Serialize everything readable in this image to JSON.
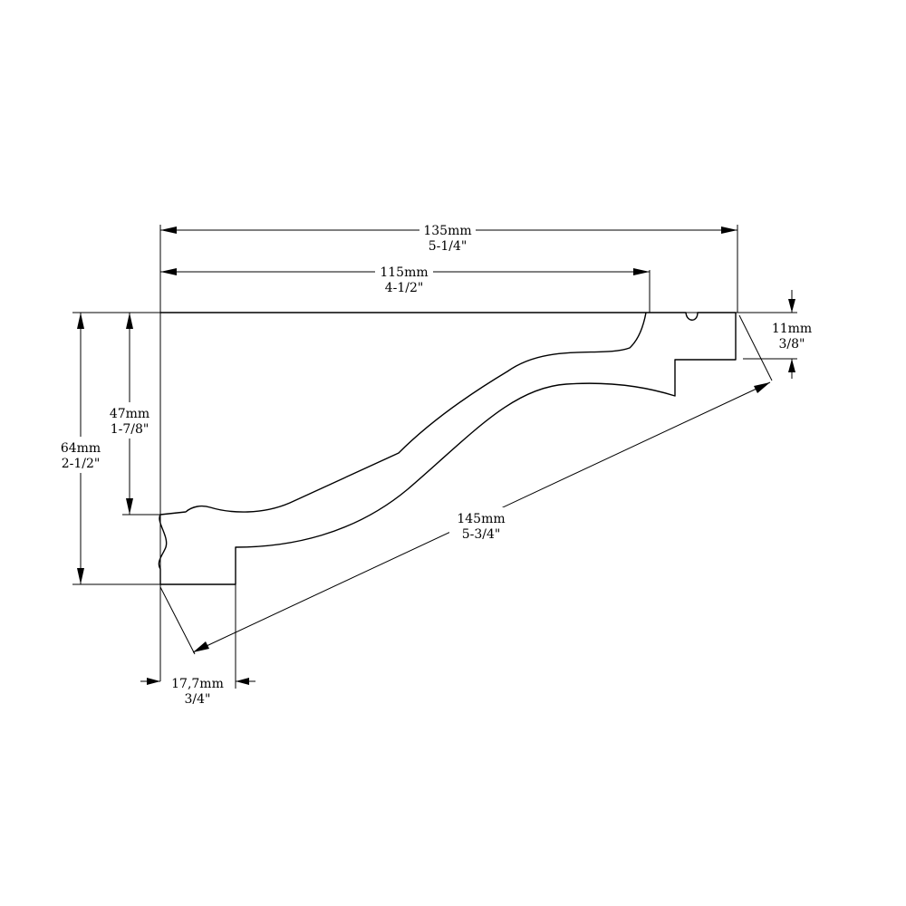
{
  "dimensions": {
    "overall_width": {
      "metric": "135mm",
      "imperial": "5-1/4\""
    },
    "inner_width": {
      "metric": "115mm",
      "imperial": "4-1/2\""
    },
    "top_step": {
      "metric": "11mm",
      "imperial": "3/8\""
    },
    "inner_height": {
      "metric": "47mm",
      "imperial": "1-7/8\""
    },
    "overall_height": {
      "metric": "64mm",
      "imperial": "2-1/2\""
    },
    "diagonal": {
      "metric": "145mm",
      "imperial": "5-3/4\""
    },
    "bottom_step": {
      "metric": "17,7mm",
      "imperial": "3/4\""
    }
  }
}
